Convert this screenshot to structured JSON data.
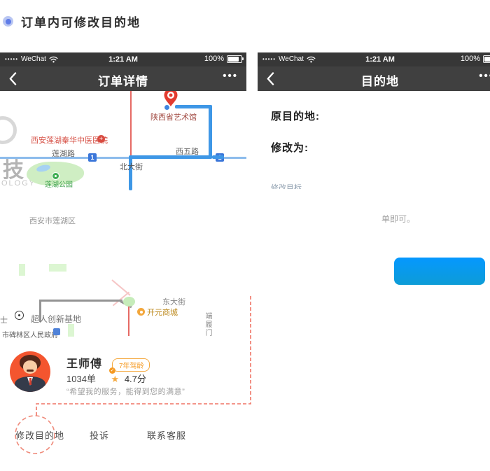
{
  "heading": {
    "text": "订单内可修改目的地"
  },
  "chrome": {
    "signal_dots": "•••••",
    "carrier": "WeChat",
    "time": "1:21 AM",
    "battery_percent": "100%",
    "more_dots": "•••"
  },
  "left_phone": {
    "nav_title": "订单详情",
    "map": {
      "destination_poi": "陕西省艺术馆",
      "hospital_poi": "西安莲湖秦华中医医院",
      "road_lianhu": "莲湖路",
      "road_xiwu": "西五路",
      "road_beida": "北大街",
      "road_dongda": "东大街",
      "road_badge": "1",
      "park_name": "莲湖公园",
      "district_label": "西安市莲湖区",
      "poi_chaoren": "超人创新基地",
      "poi_kaiyuan": "开元商城",
      "poi_gov": "市碑林区人民政府",
      "poi_duanlumen": "端履门",
      "poi_partial": "士",
      "watermark_cn": "技",
      "watermark_en": "OLOGY"
    },
    "driver": {
      "name": "王师傅",
      "experience_badge": "7年驾龄",
      "orders": "1034单",
      "star": "★",
      "rating": "4.7分",
      "quote": "“希望我的服务，能得到您的满意”"
    },
    "actions": {
      "modify": "修改目的地",
      "complain": "投诉",
      "contact": "联系客服"
    }
  },
  "right_phone": {
    "nav_title": "目的地",
    "original_label": "原目的地:",
    "modify_label": "修改为:",
    "clipped_line": "修改目标",
    "tip_fragment": "单即可。"
  },
  "colors": {
    "route_blue": "#3e97e6",
    "annotation_red": "#ef7465",
    "button_gradient_top": "#0598ff",
    "button_gradient_bottom": "#0d9cd6",
    "badge_orange": "#f5a93f",
    "pin_red": "#e23b30"
  }
}
